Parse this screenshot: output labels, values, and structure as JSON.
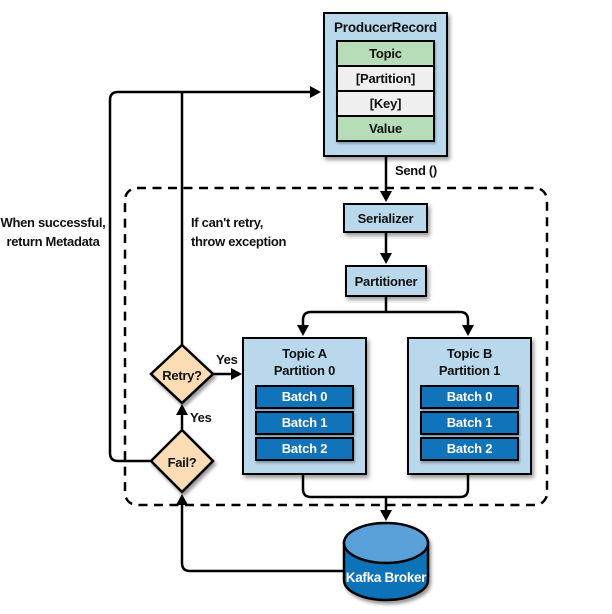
{
  "producer_record": {
    "title": "ProducerRecord",
    "rows": [
      {
        "label": "Topic"
      },
      {
        "label": "[Partition]"
      },
      {
        "label": "[Key]"
      },
      {
        "label": "Value"
      }
    ]
  },
  "pipeline": {
    "serializer": "Serializer",
    "partitioner": "Partitioner"
  },
  "queues": [
    {
      "title_line1": "Topic A",
      "title_line2": "Partition 0",
      "batches": [
        "Batch 0",
        "Batch 1",
        "Batch 2"
      ]
    },
    {
      "title_line1": "Topic B",
      "title_line2": "Partition 1",
      "batches": [
        "Batch 0",
        "Batch 1",
        "Batch 2"
      ]
    }
  ],
  "decisions": {
    "retry": "Retry?",
    "fail": "Fail?",
    "retry_yes": "Yes",
    "fail_yes": "Yes"
  },
  "broker": {
    "label": "Kafka Broker"
  },
  "labels": {
    "send": "Send ()",
    "success_line1": "When successful,",
    "success_line2": "return Metadata",
    "throw_line1": "If can't retry,",
    "throw_line2": "throw exception"
  },
  "colors": {
    "node_fill": "#b9d8eb",
    "batch_fill": "#1173b9",
    "green_row": "#b6dcb8",
    "gray_row": "#efefef",
    "diamond_fill": "#fcdcb4",
    "cylinder_top": "#58a0d7",
    "cylinder_body": "#1173b9",
    "line": "#000000"
  }
}
